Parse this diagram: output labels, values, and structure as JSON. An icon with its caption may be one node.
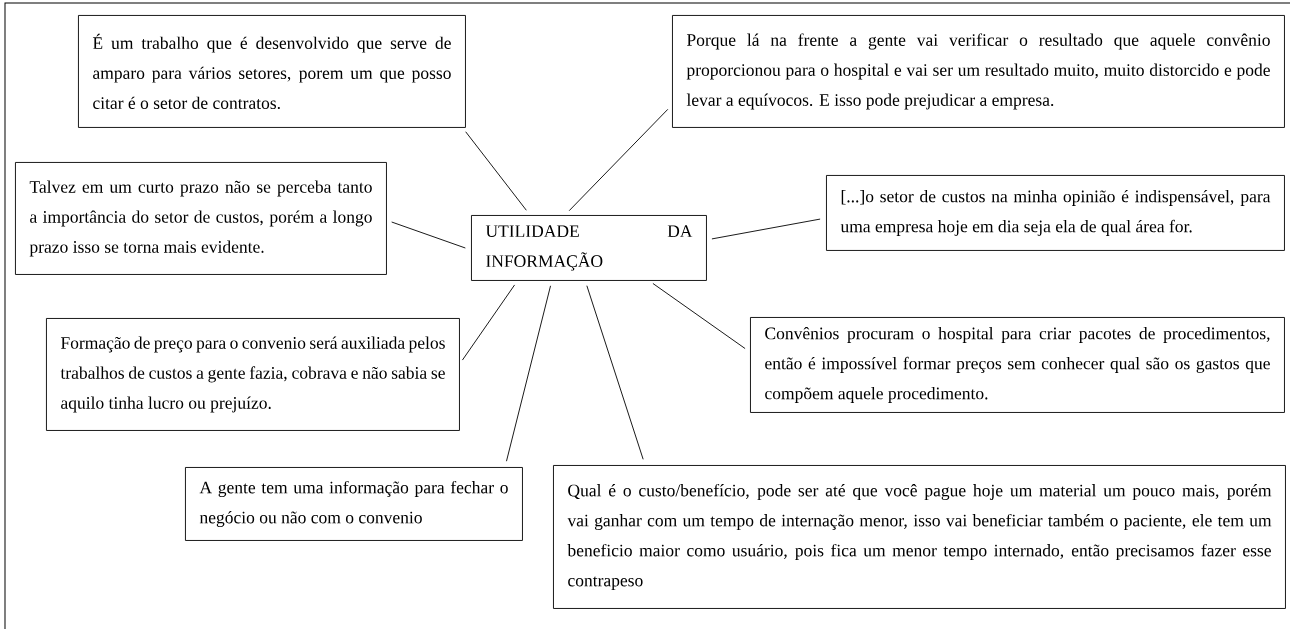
{
  "diagram": {
    "nodes": [
      {
        "text": [
          "É um trabalho que é desenvolvido que serve de amparo para vários setores, porem um que posso citar é o setor de contratos."
        ]
      },
      {
        "text": [
          "Porque lá na frente a gente vai verificar o resultado que aquele convênio proporcionou para o hospital e vai ser um resultado muito, muito distorcido e pode levar a equívocos. E isso pode prejudicar a empresa."
        ]
      },
      {
        "text": [
          "Talvez em um curto prazo não se perceba tanto a importância do setor de custos, porém a longo prazo isso se torna mais evidente."
        ]
      },
      {
        "text": [
          "UTILIDADE DA INFORMAÇÃO"
        ]
      },
      {
        "text": [
          "[...]o setor de custos na minha opinião é indispensável, para uma empresa hoje em dia seja ela de qual área for."
        ]
      },
      {
        "text": [
          "Formação de preço para o convenio será auxiliada pelos trabalhos de custos a gente fazia, cobrava e não sabia se aquilo tinha lucro ou prejuízo."
        ]
      },
      {
        "text": [
          "Convênios procuram o hospital para criar pacotes de procedimentos, então é impossível formar preços sem conhecer qual são os gastos que compõem aquele procedimento."
        ]
      },
      {
        "text": [
          "A gente tem uma informação para fechar o negócio ou não com o convenio"
        ]
      },
      {
        "text": [
          "Qual é o custo/benefício, pode ser até que você pague hoje um material um pouco mais, porém vai ganhar com um tempo de internação menor, isso vai beneficiar também o paciente, ele tem um beneficio maior como usuário, pois fica um menor tempo internado, então precisamos fazer esse contrapeso"
        ]
      }
    ],
    "edges": [
      {
        "from": 3,
        "to": 0,
        "arrow": "none"
      },
      {
        "from": 3,
        "to": 1,
        "arrow": "none"
      },
      {
        "from": 3,
        "to": 2,
        "arrow": "none"
      },
      {
        "from": 3,
        "to": 4,
        "arrow": "none"
      },
      {
        "from": 3,
        "to": 5,
        "arrow": "none"
      },
      {
        "from": 3,
        "to": 6,
        "arrow": "none"
      },
      {
        "from": 3,
        "to": 7,
        "arrow": "none"
      },
      {
        "from": 3,
        "to": 8,
        "arrow": "none"
      }
    ]
  }
}
